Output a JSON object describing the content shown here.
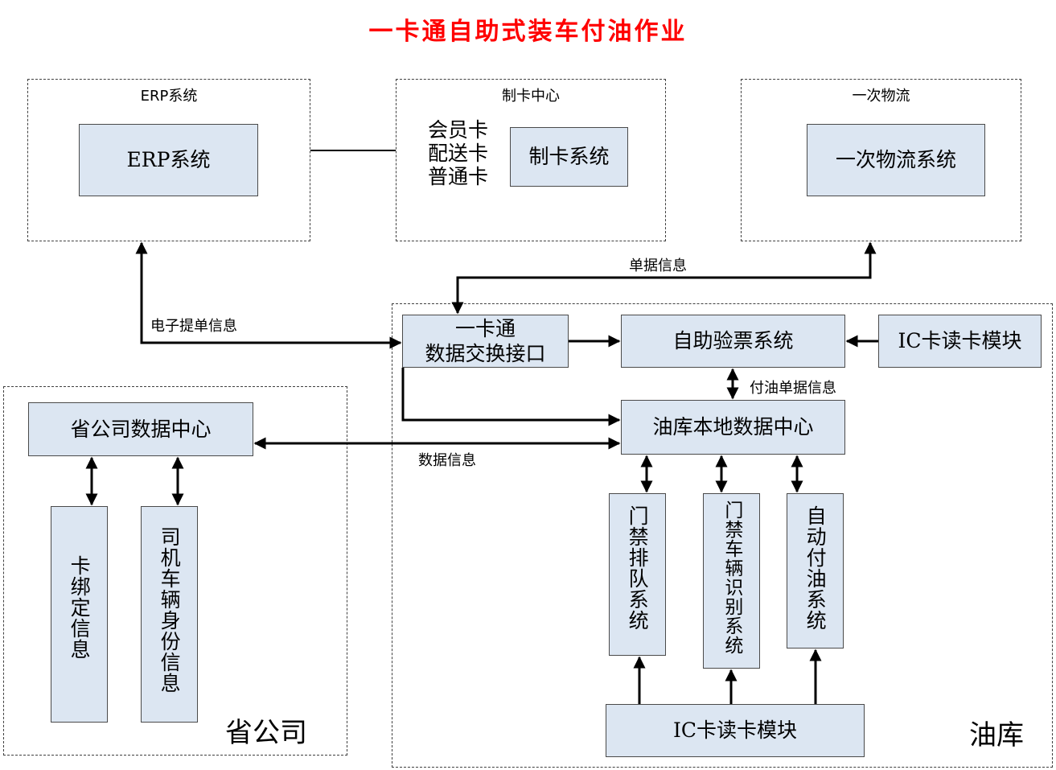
{
  "title": "一卡通自助式装车付油作业",
  "groups": {
    "erp": "ERP系统",
    "card_center": "制卡中心",
    "logistics": "一次物流",
    "province": "省公司",
    "depot": "油库"
  },
  "boxes": {
    "erp_system": "ERP系统",
    "card_system": "制卡系统",
    "logistics_system": "一次物流系统",
    "interface_line1": "一卡通",
    "interface_line2": "数据交换接口",
    "ticket_system": "自助验票系统",
    "ic_reader_top": "IC卡读卡模块",
    "depot_center": "油库本地数据中心",
    "province_center": "省公司数据中心",
    "card_binding": "卡绑定信息",
    "driver_identity": "司机车辆身份信息",
    "gate_queue": "门禁排队系统",
    "gate_vehicle": "门禁车辆识别系统",
    "auto_fuel": "自动付油系统",
    "ic_reader_bottom": "IC卡读卡模块"
  },
  "card_types": [
    "会员卡",
    "配送卡",
    "普通卡"
  ],
  "labels": {
    "document_info": "单据信息",
    "electronic_bill": "电子提单信息",
    "fuel_document": "付油单据信息",
    "data_info": "数据信息"
  }
}
